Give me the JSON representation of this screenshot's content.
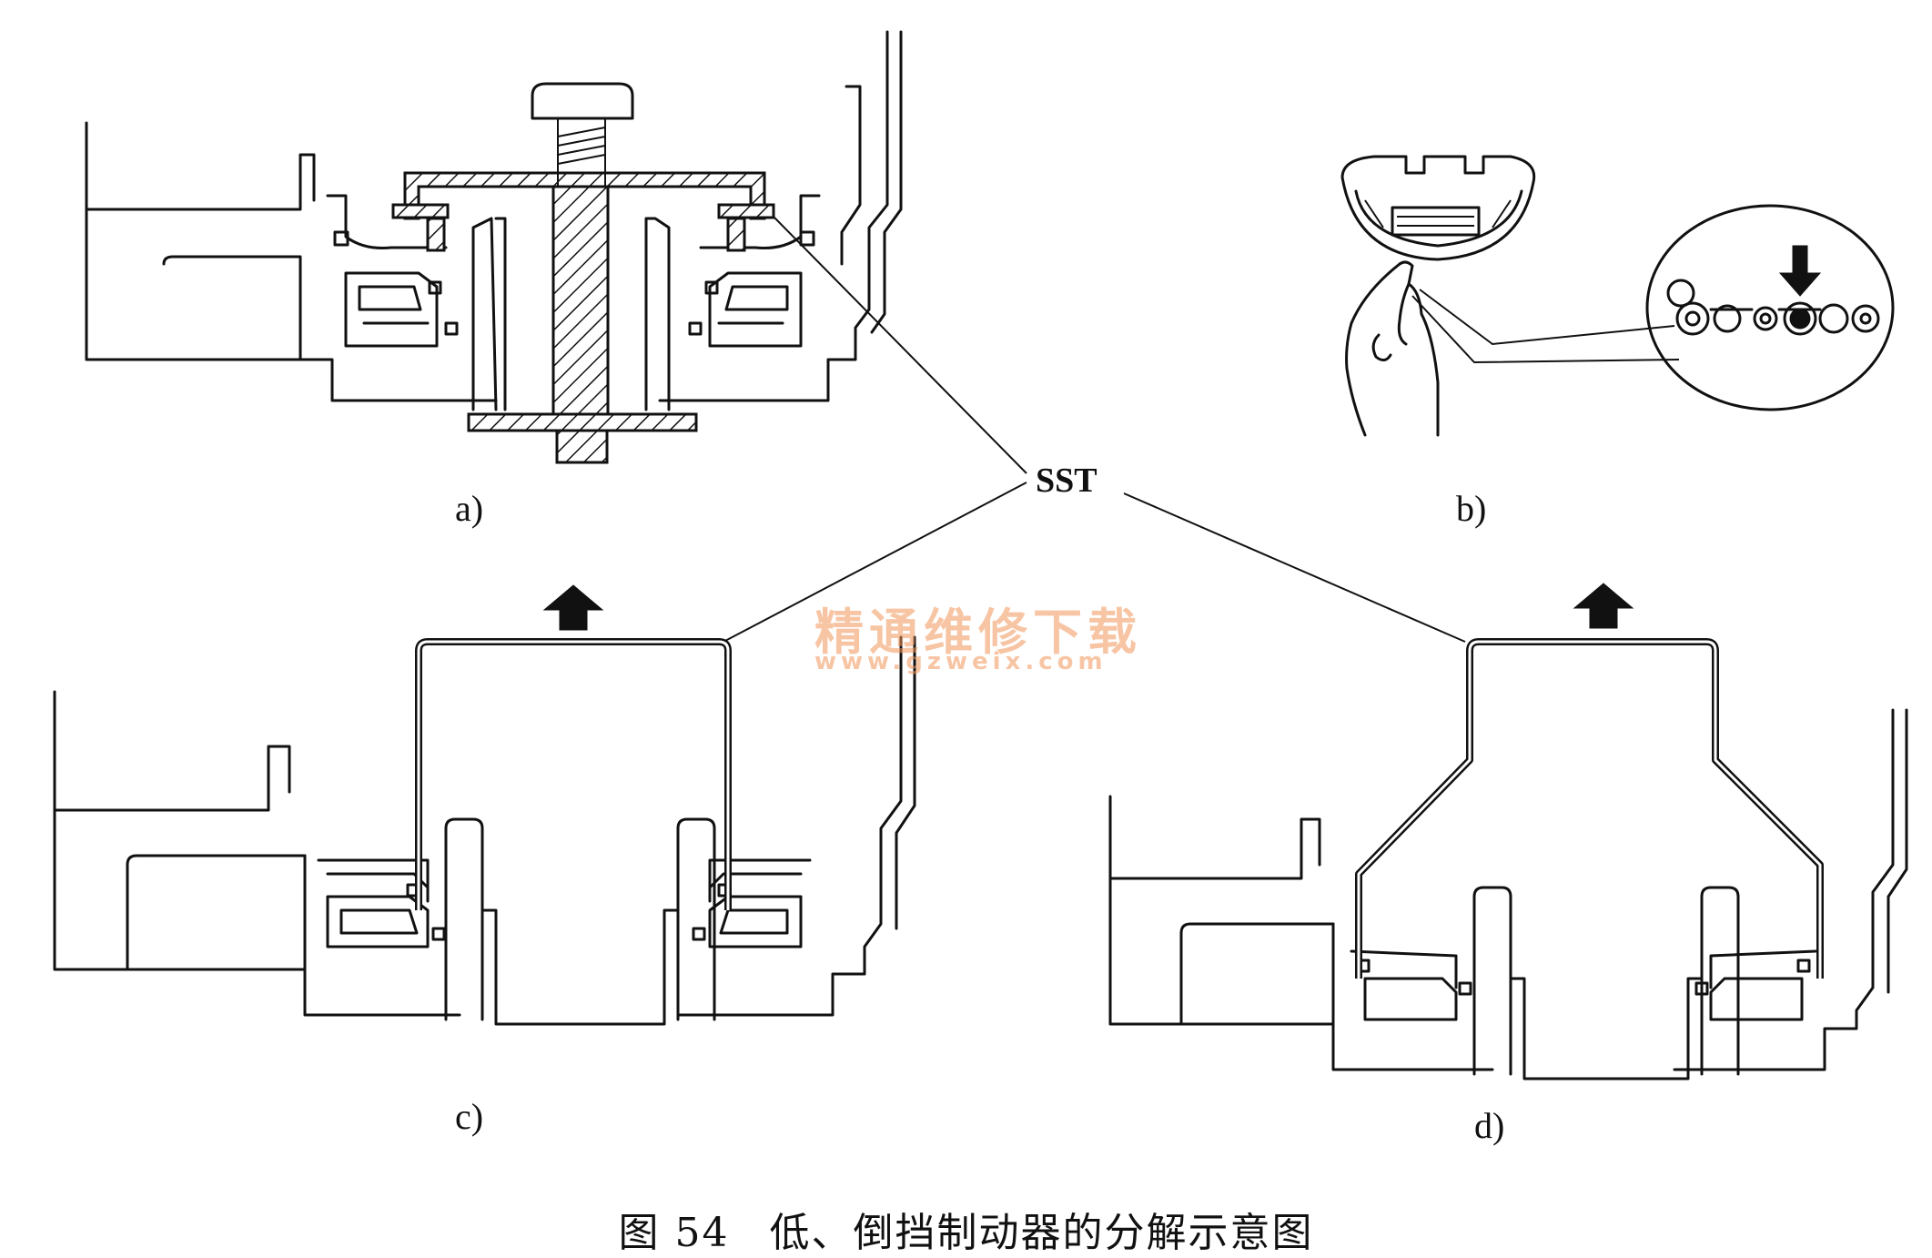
{
  "figure": {
    "panel_labels": {
      "a": "a)",
      "b": "b)",
      "c": "c)",
      "d": "d)"
    },
    "callout": "SST",
    "caption": {
      "number": "图 54",
      "title": "低、倒挡制动器的分解示意图"
    },
    "watermark": {
      "text": "精通维修下载",
      "url": "www.gzweix.com"
    }
  },
  "colors": {
    "line": "#111111",
    "watermark": "#f0965a",
    "background": "#ffffff"
  },
  "icons": [
    "up-arrow-icon",
    "down-arrow-icon",
    "hand-icon"
  ]
}
